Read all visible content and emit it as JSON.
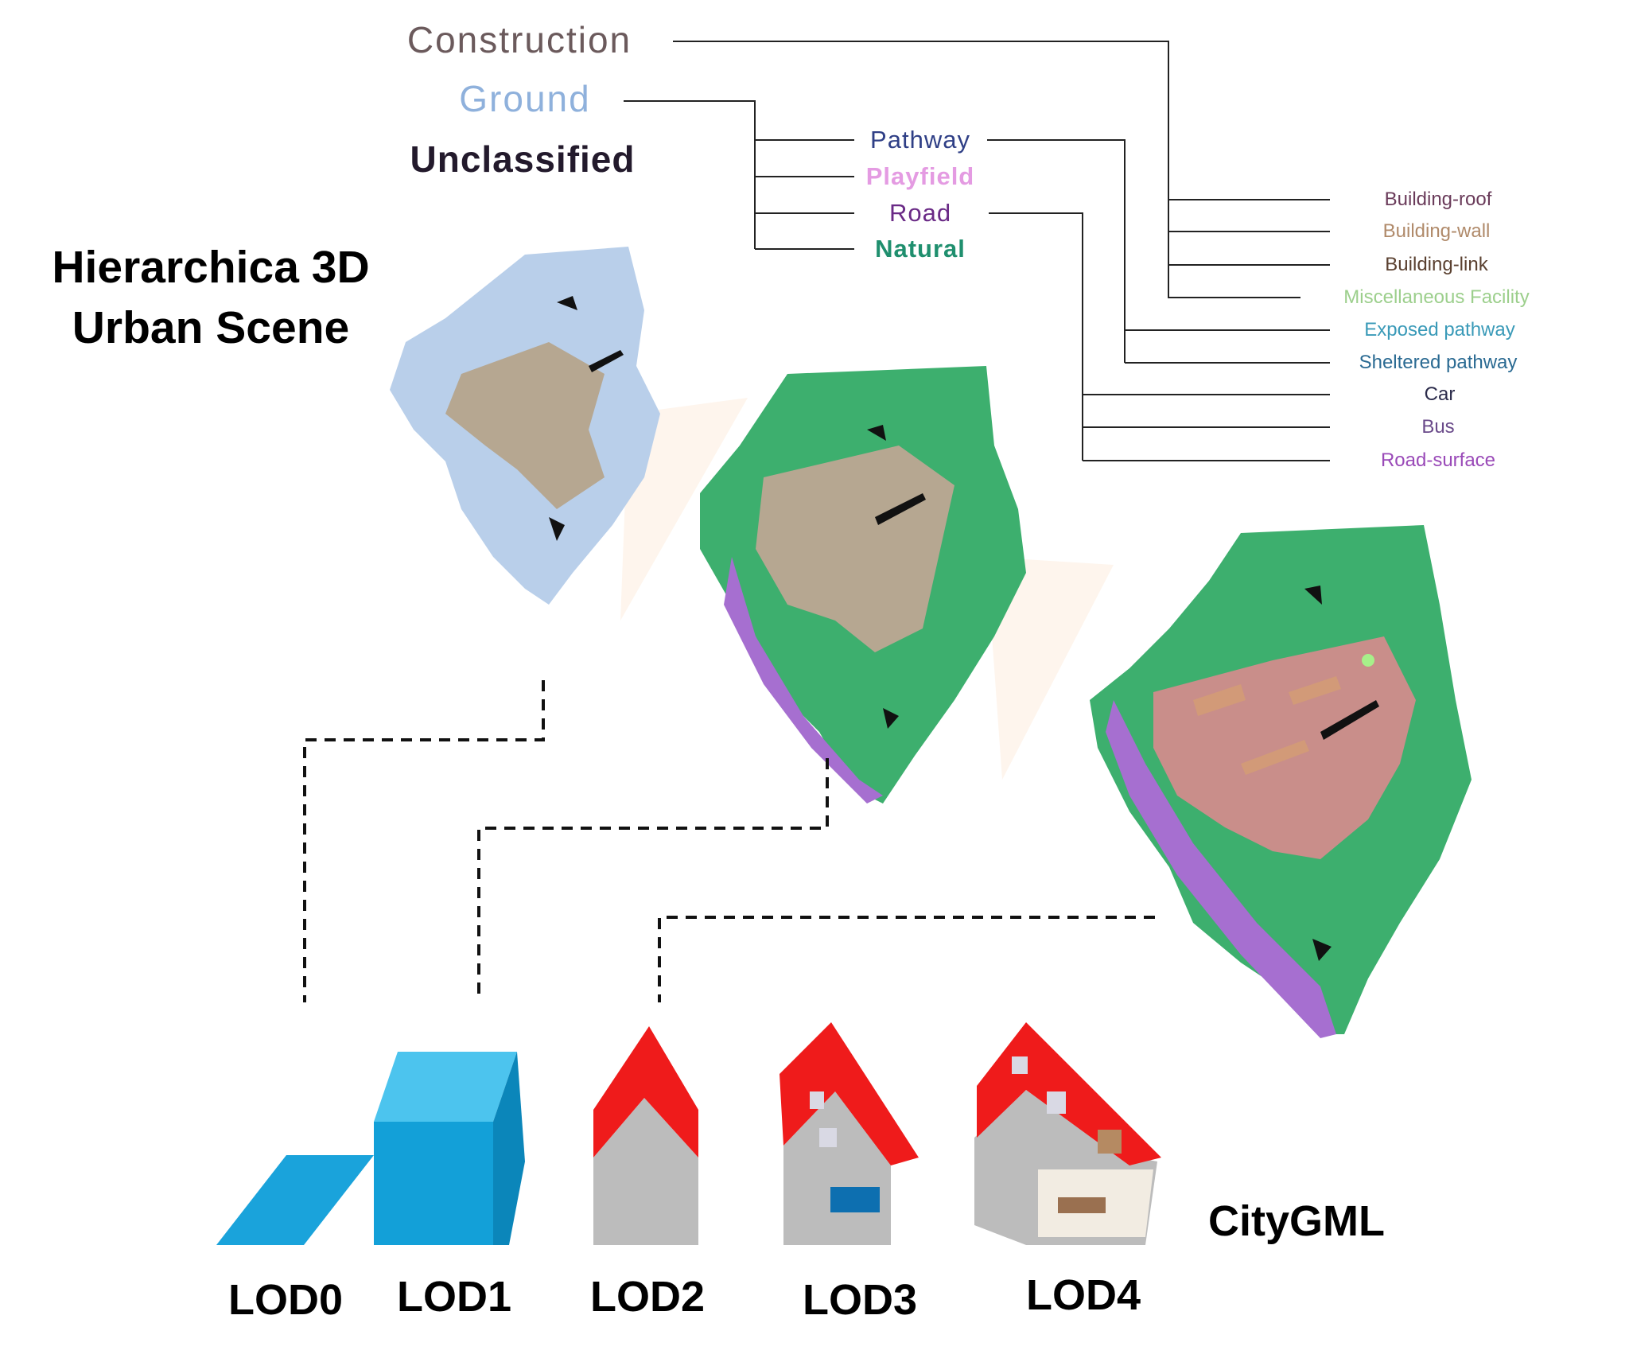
{
  "title": {
    "line1": "Hierarchica 3D",
    "line2": "Urban Scene"
  },
  "level1": [
    {
      "label": "Construction",
      "color": "#6b5a5c"
    },
    {
      "label": "Ground",
      "color": "#8fb1dc"
    },
    {
      "label": "Unclassified",
      "color": "#231a2c"
    }
  ],
  "level2": [
    {
      "label": "Pathway",
      "color": "#2f3f86"
    },
    {
      "label": "Playfield",
      "color": "#e49be2"
    },
    {
      "label": "Road",
      "color": "#6a2a86"
    },
    {
      "label": "Natural",
      "color": "#1f8f6e"
    }
  ],
  "level3": [
    {
      "label": "Building-roof",
      "color": "#6a3b5a"
    },
    {
      "label": "Building-wall",
      "color": "#b08a6a"
    },
    {
      "label": "Building-link",
      "color": "#5a4030"
    },
    {
      "label": "Miscellaneous Facility",
      "color": "#9ccf8c"
    },
    {
      "label": "Exposed pathway",
      "color": "#3a9ab8"
    },
    {
      "label": "Sheltered pathway",
      "color": "#2a6a92"
    },
    {
      "label": "Car",
      "color": "#2a2a4a"
    },
    {
      "label": "Bus",
      "color": "#6a4a8a"
    },
    {
      "label": "Road-surface",
      "color": "#9a4ab8"
    }
  ],
  "lod_labels": [
    "LOD0",
    "LOD1",
    "LOD2",
    "LOD3",
    "LOD4"
  ],
  "citygml_label": "CityGML",
  "colors": {
    "ground_cloud": "#b9cfea",
    "natural": "#3daf6e",
    "building": "#b6a791",
    "roof": "#c98e8a",
    "road": "#a66fd0",
    "lod_blue": "#1aa3db",
    "roof_red": "#ef1b1b",
    "wall_gray": "#bcbcbc"
  }
}
